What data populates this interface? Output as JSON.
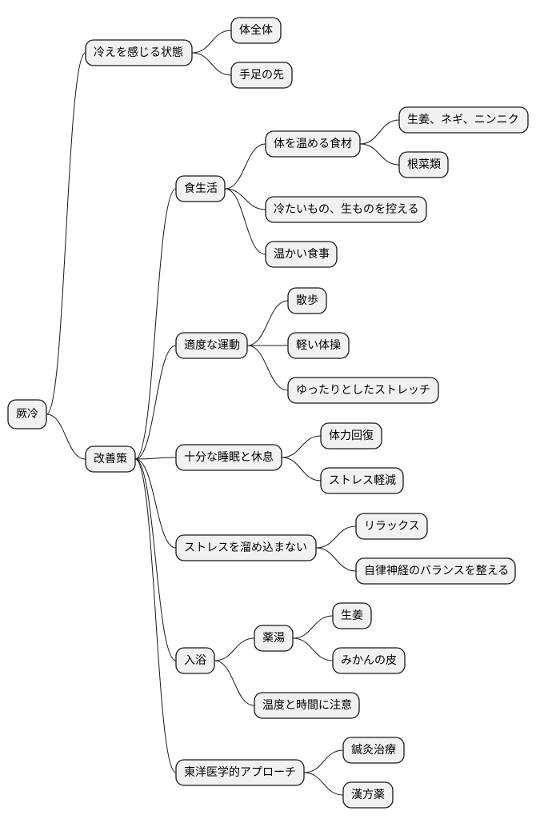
{
  "colors": {
    "node_fill": "#f1f1f1",
    "node_stroke": "#181818",
    "line": "#181818",
    "text": "#000000"
  },
  "root": {
    "id": "hiesho",
    "label": "厥冷",
    "children": [
      {
        "id": "feeling",
        "label": "冷えを感じる状態",
        "children": [
          {
            "id": "whole-body",
            "label": "体全体"
          },
          {
            "id": "hands-feet",
            "label": "手足の先"
          }
        ]
      },
      {
        "id": "remedies",
        "label": "改善策",
        "children": [
          {
            "id": "diet",
            "label": "食生活",
            "children": [
              {
                "id": "warming-food",
                "label": "体を温める食材",
                "children": [
                  {
                    "id": "ginger-etc",
                    "label": "生姜、ネギ、ニンニク"
                  },
                  {
                    "id": "root-veg",
                    "label": "根菜類"
                  }
                ]
              },
              {
                "id": "avoid-cold",
                "label": "冷たいもの、生ものを控える"
              },
              {
                "id": "warm-meals",
                "label": "温かい食事"
              }
            ]
          },
          {
            "id": "exercise",
            "label": "適度な運動",
            "children": [
              {
                "id": "walking",
                "label": "散歩"
              },
              {
                "id": "light-exercise",
                "label": "軽い体操"
              },
              {
                "id": "stretch",
                "label": "ゆったりとしたストレッチ"
              }
            ]
          },
          {
            "id": "sleep",
            "label": "十分な睡眠と休息",
            "children": [
              {
                "id": "recovery",
                "label": "体力回復"
              },
              {
                "id": "stress-relief",
                "label": "ストレス軽減"
              }
            ]
          },
          {
            "id": "stress",
            "label": "ストレスを溜め込まない",
            "children": [
              {
                "id": "relax",
                "label": "リラックス"
              },
              {
                "id": "autonomic",
                "label": "自律神経のバランスを整える"
              }
            ]
          },
          {
            "id": "bathing",
            "label": "入浴",
            "children": [
              {
                "id": "herbal-bath",
                "label": "薬湯",
                "children": [
                  {
                    "id": "ginger",
                    "label": "生姜"
                  },
                  {
                    "id": "mikan-peel",
                    "label": "みかんの皮"
                  }
                ]
              },
              {
                "id": "temp-time",
                "label": "温度と時間に注意"
              }
            ]
          },
          {
            "id": "oriental",
            "label": "東洋医学的アプローチ",
            "children": [
              {
                "id": "acupuncture",
                "label": "鍼灸治療"
              },
              {
                "id": "kampo",
                "label": "漢方薬"
              }
            ]
          }
        ]
      }
    ]
  }
}
